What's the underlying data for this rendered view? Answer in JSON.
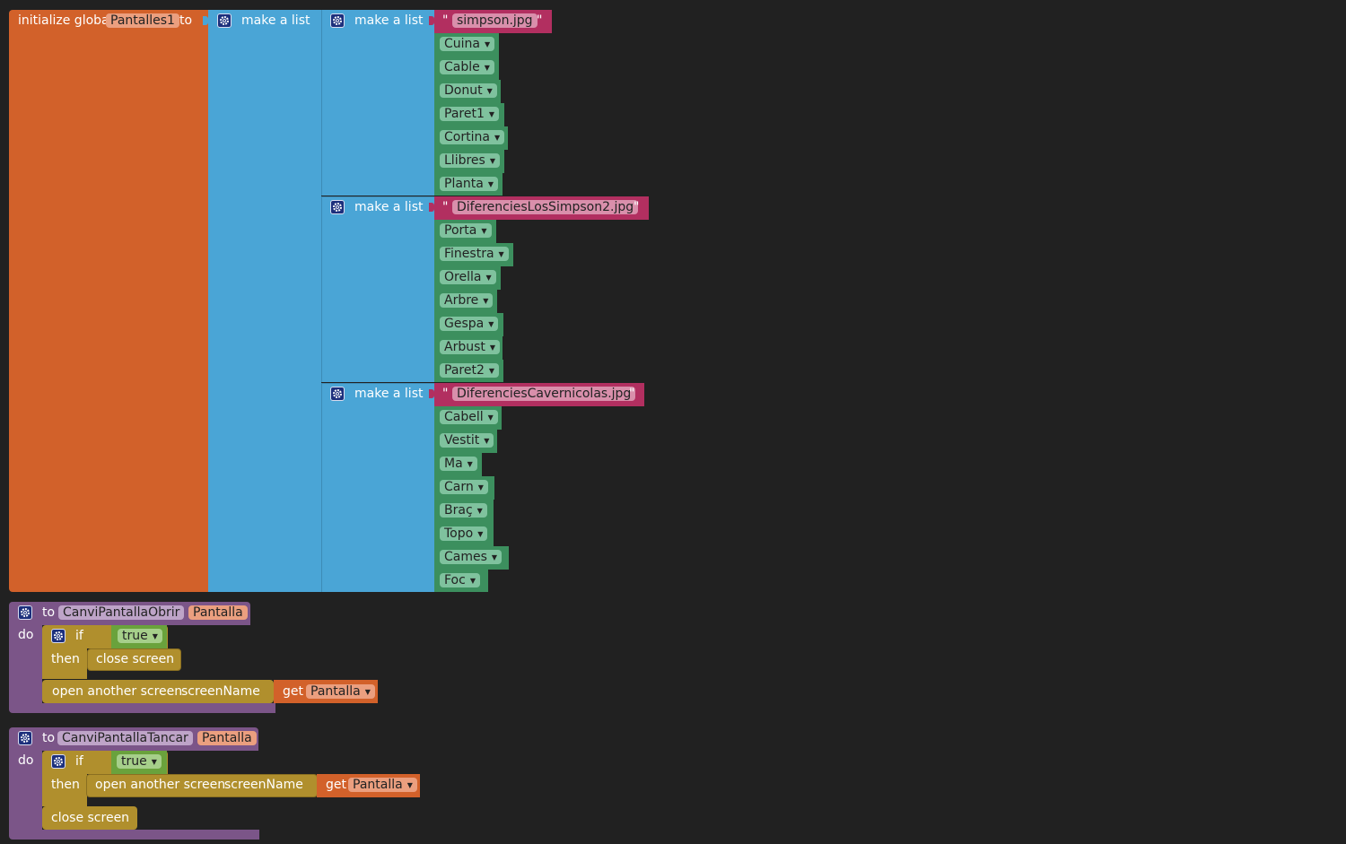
{
  "init_block": {
    "keyword": "initialize global",
    "var_name": "Pantalles1",
    "to_label": "to",
    "make_list_label": "make a list"
  },
  "lists": [
    {
      "label": "make a list",
      "image": "simpson.jpg",
      "items": [
        "Cuina",
        "Cable",
        "Donut",
        "Paret1",
        "Cortina",
        "Llibres",
        "Planta"
      ]
    },
    {
      "label": "make a list",
      "image": "DiferenciesLosSimpson2.jpg",
      "items": [
        "Porta",
        "Finestra",
        "Orella",
        "Arbre",
        "Gespa",
        "Arbust",
        "Paret2"
      ]
    },
    {
      "label": "make a list",
      "image": "DiferenciesCavernicolas.jpg",
      "items": [
        "Cabell",
        "Vestit",
        "Ma",
        "Carn",
        "Braç",
        "Topo",
        "Cames",
        "Foc"
      ]
    }
  ],
  "text_quote": "\"",
  "dropdown_glyph": "▼",
  "proc1": {
    "to_label": "to",
    "name": "CanviPantallaObrir",
    "param": "Pantalla",
    "do_label": "do",
    "if_label": "if",
    "cond": "true",
    "then_label": "then",
    "close": "close screen",
    "open": "open another screen",
    "screenName": "screenName",
    "get_label": "get",
    "get_var": "Pantalla"
  },
  "proc2": {
    "to_label": "to",
    "name": "CanviPantallaTancar",
    "param": "Pantalla",
    "do_label": "do",
    "if_label": "if",
    "cond": "true",
    "then_label": "then",
    "open": "open another screen",
    "screenName": "screenName",
    "get_label": "get",
    "get_var": "Pantalla",
    "close": "close screen"
  },
  "colors": {
    "variables": "#d2612a",
    "lists": "#4aa5d6",
    "text": "#b22f60",
    "component": "#3c8f5e",
    "procedures": "#7b5588",
    "control": "#b08f2d",
    "logic": "#6aa23c"
  }
}
